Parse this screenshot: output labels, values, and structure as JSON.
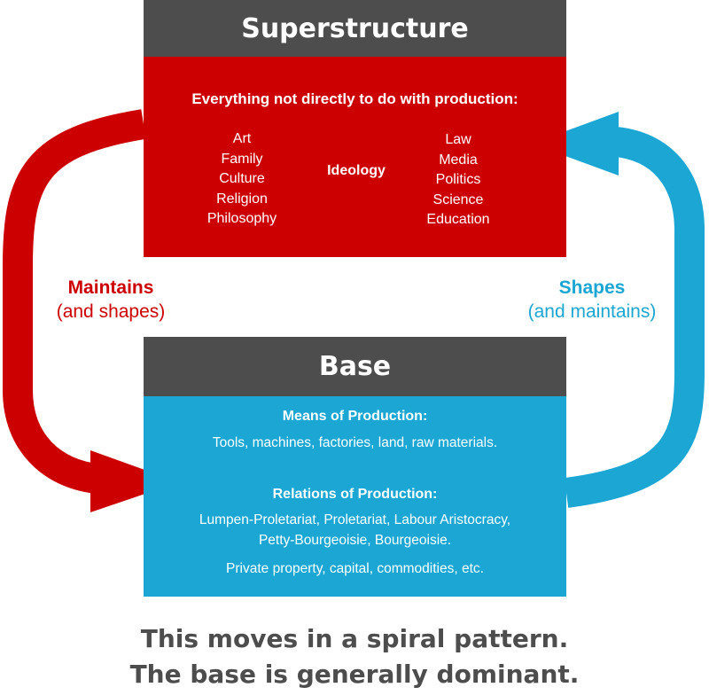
{
  "superstructure": {
    "title": "Superstructure",
    "heading": "Everything not directly to do with production:",
    "left_items": [
      "Art",
      "Family",
      "Culture",
      "Religion",
      "Philosophy"
    ],
    "center_item": "Ideology",
    "right_items": [
      "Law",
      "Media",
      "Politics",
      "Science",
      "Education"
    ]
  },
  "base": {
    "title": "Base",
    "means_heading": "Means of Production:",
    "means_text": "Tools, machines, factories, land, raw materials.",
    "relations_heading": "Relations of Production:",
    "relations_line1": "Lumpen-Proletariat, Proletariat, Labour Aristocracy,",
    "relations_line2": "Petty-Bourgeoisie, Bourgeoisie.",
    "extra_line": "Private property, capital, commodities, etc."
  },
  "left_arrow": {
    "label": "Maintains",
    "sublabel": "(and shapes)"
  },
  "right_arrow": {
    "label": "Shapes",
    "sublabel": "(and maintains)"
  },
  "footer": {
    "line1": "This moves in a spiral pattern.",
    "line2": "The base is generally dominant."
  },
  "colors": {
    "red": "#cc0000",
    "blue": "#1ba6d3",
    "dark_gray": "#4d4d4d"
  }
}
